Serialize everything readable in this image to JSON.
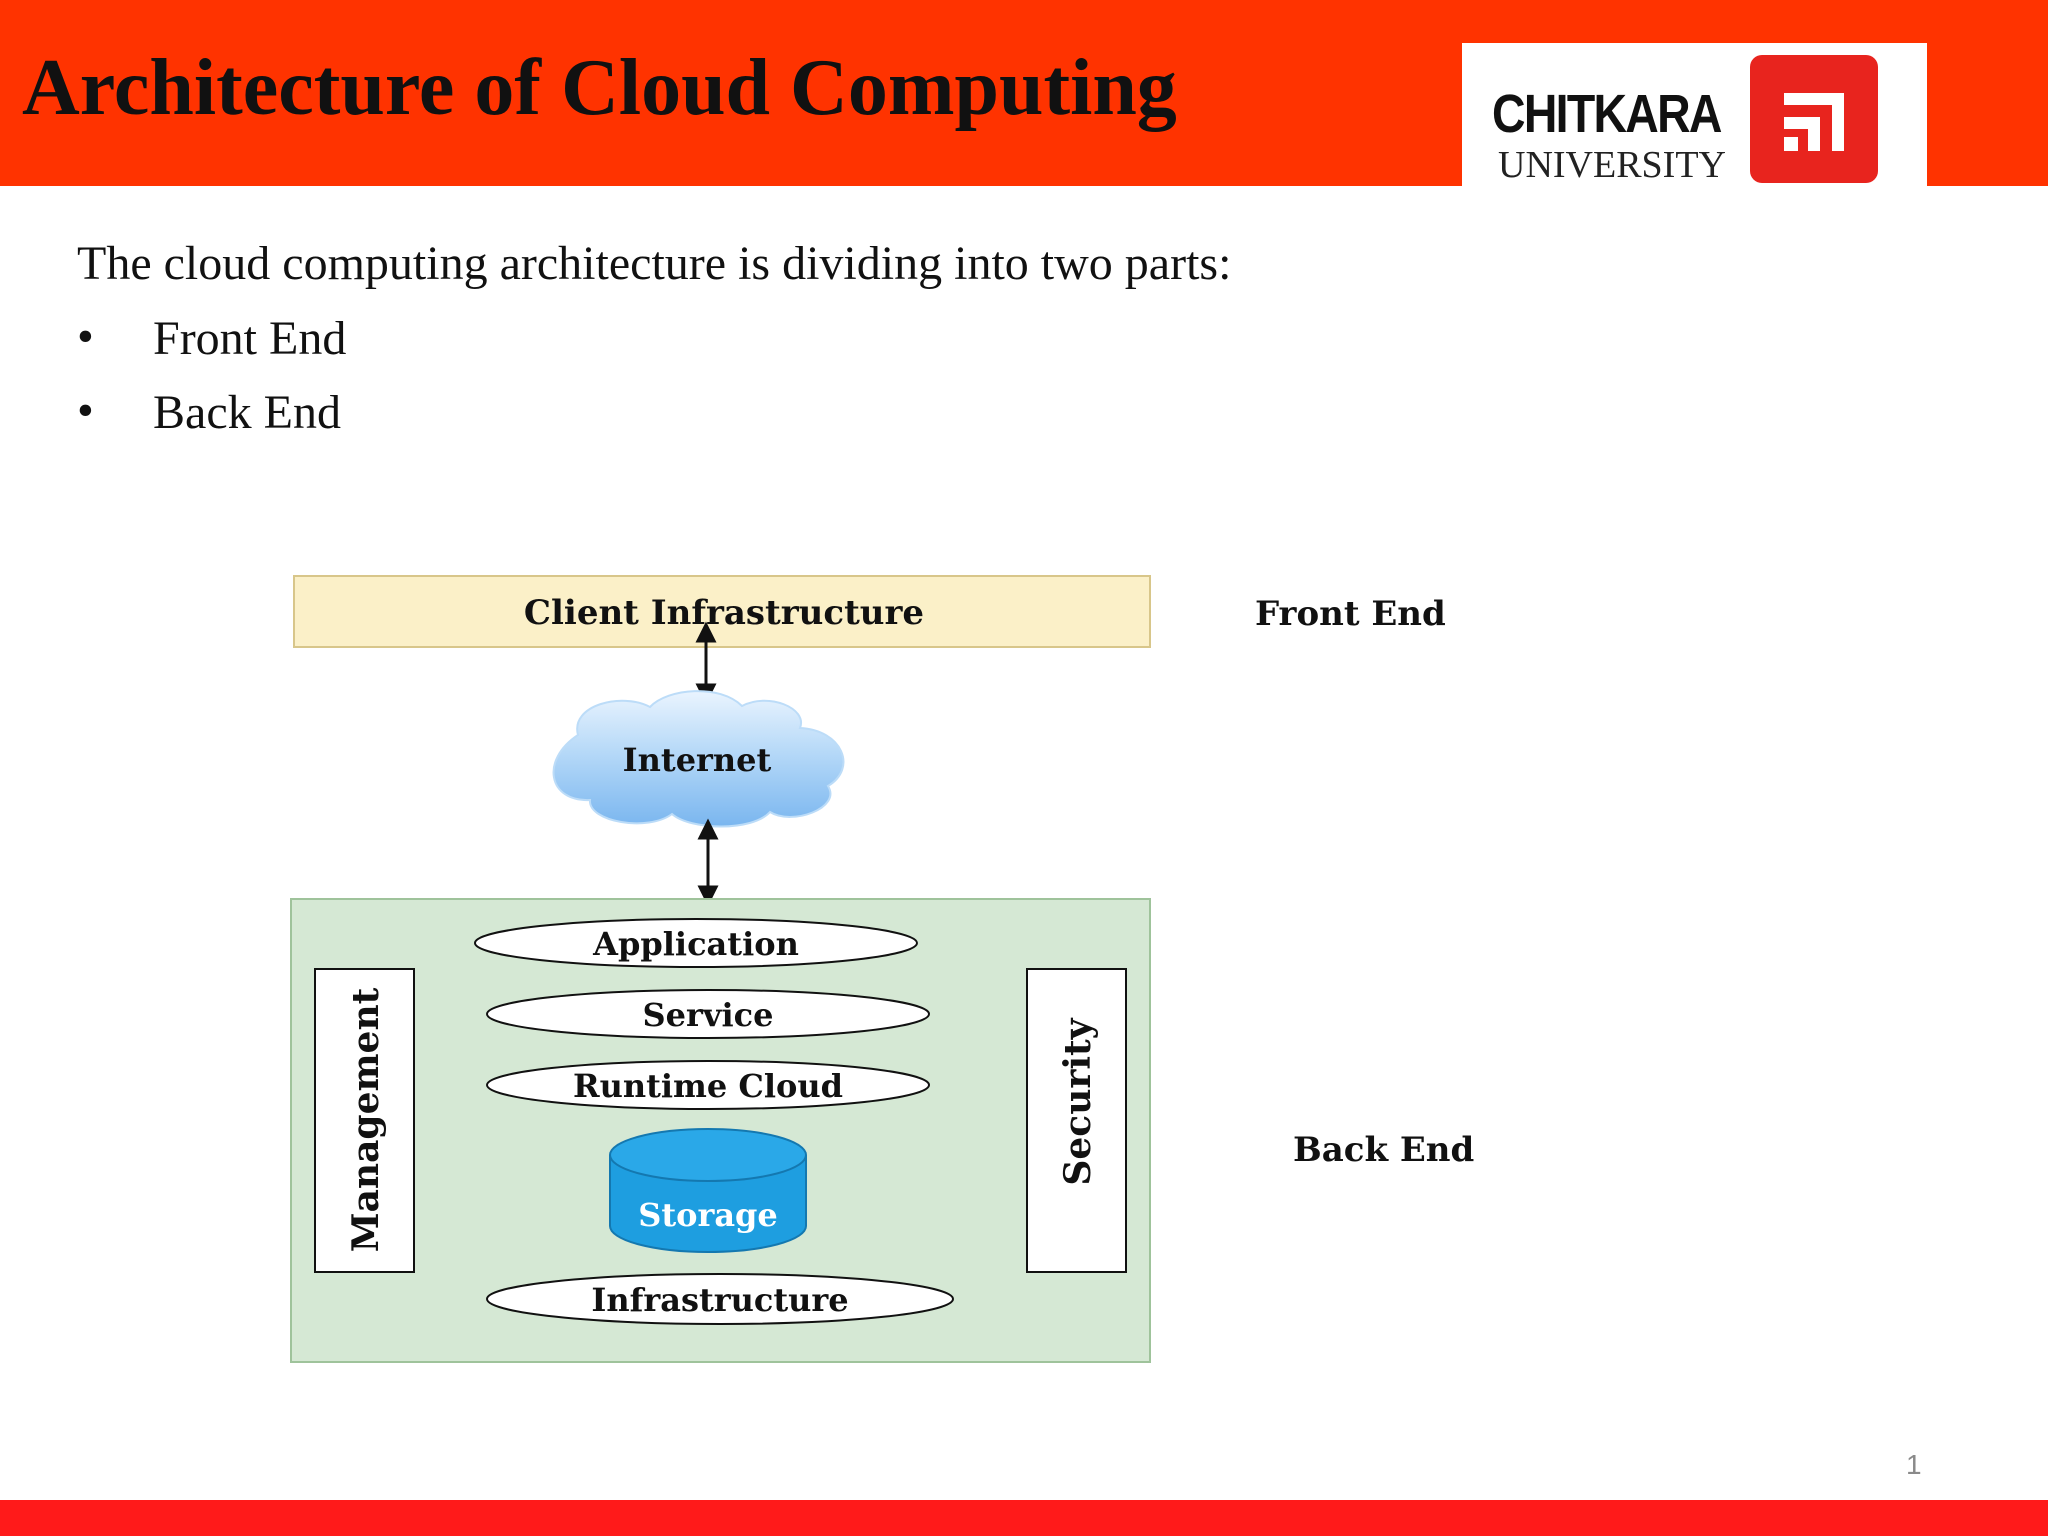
{
  "slide": {
    "title": "Architecture of Cloud Computing",
    "intro": "The cloud computing architecture is dividing into two parts:",
    "bullets": [
      "Front End",
      "Back End"
    ],
    "bullet_symbol": "•",
    "page_number": "1"
  },
  "logo": {
    "wordmark": "CHITKARA",
    "subtitle": "UNIVERSITY",
    "color": "#e8241e"
  },
  "diagram": {
    "client": "Client Infrastructure",
    "internet": "Internet",
    "layers": [
      "Application",
      "Service",
      "Runtime Cloud"
    ],
    "storage": "Storage",
    "infrastructure": "Infrastructure",
    "management": "Management",
    "security": "Security",
    "front_end_label": "Front End",
    "back_end_label": "Back End"
  },
  "colors": {
    "header": "#ff3300",
    "footer": "#ff1a1a",
    "client_fill": "#fbf0c8",
    "backend_fill": "#d5e8d4",
    "storage_fill": "#1e9ee0",
    "cloud_fill": "#8ec4f2"
  }
}
